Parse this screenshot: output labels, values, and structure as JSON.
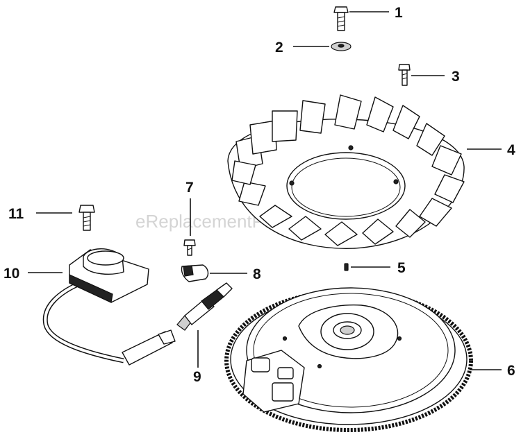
{
  "watermark": "eReplacementParts.com",
  "callouts": [
    "1",
    "2",
    "3",
    "4",
    "5",
    "6",
    "7",
    "8",
    "9",
    "10",
    "11"
  ]
}
